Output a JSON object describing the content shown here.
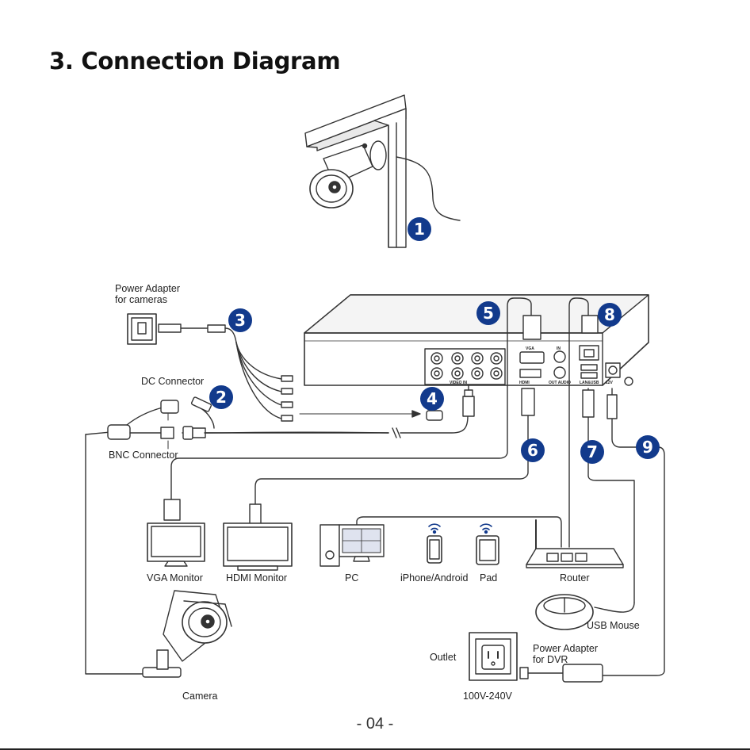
{
  "title": "3. Connection Diagram",
  "page_number": "- 04 -",
  "labels": {
    "power_adapter_cameras": "Power Adapter\nfor cameras",
    "dc_connector": "DC Connector",
    "bnc_connector": "BNC Connector",
    "vga_monitor": "VGA Monitor",
    "hdmi_monitor": "HDMI Monitor",
    "pc": "PC",
    "iphone_android": "iPhone/Android",
    "pad": "Pad",
    "router": "Router",
    "usb_mouse": "USB Mouse",
    "outlet": "Outlet",
    "power_adapter_dvr": "Power Adapter\nfor DVR",
    "voltage": "100V-240V",
    "camera": "Camera"
  },
  "dvr_ports": {
    "video_in": "VIDEO IN",
    "vga": "VGA",
    "hdmi": "HDMI",
    "in": "IN",
    "out_audio": "OUT AUDIO",
    "lan_usb": "LAN&USB",
    "power": "12V"
  },
  "steps": [
    "1",
    "2",
    "3",
    "4",
    "5",
    "6",
    "7",
    "8",
    "9"
  ],
  "colors": {
    "badge": "#123a8c",
    "line": "#333333"
  },
  "icons": [
    "camera-icon",
    "power-adapter-icon",
    "dvr-icon",
    "monitor-icon",
    "pc-icon",
    "phone-icon",
    "tablet-icon",
    "router-icon",
    "mouse-icon",
    "outlet-icon",
    "wifi-icon"
  ]
}
